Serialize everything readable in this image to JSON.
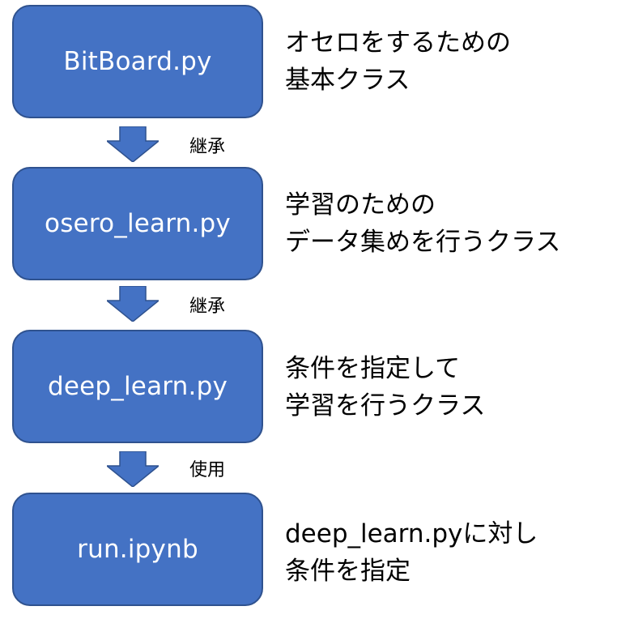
{
  "diagram": {
    "colors": {
      "box_fill": "#4472c4",
      "box_border": "#2f528f",
      "arrow_fill": "#4472c4",
      "box_text": "#ffffff",
      "text": "#000000"
    },
    "nodes": [
      {
        "label": "BitBoard.py",
        "description": [
          "オセロをするための",
          "基本クラス"
        ]
      },
      {
        "label": "osero_learn.py",
        "description": [
          "学習のための",
          "データ集めを行うクラス"
        ]
      },
      {
        "label": "deep_learn.py",
        "description": [
          "条件を指定して",
          "学習を行うクラス"
        ]
      },
      {
        "label": "run.ipynb",
        "description": [
          "deep_learn.pyに対し",
          "条件を指定"
        ]
      }
    ],
    "edges": [
      {
        "label": "継承"
      },
      {
        "label": "継承"
      },
      {
        "label": "使用"
      }
    ]
  }
}
